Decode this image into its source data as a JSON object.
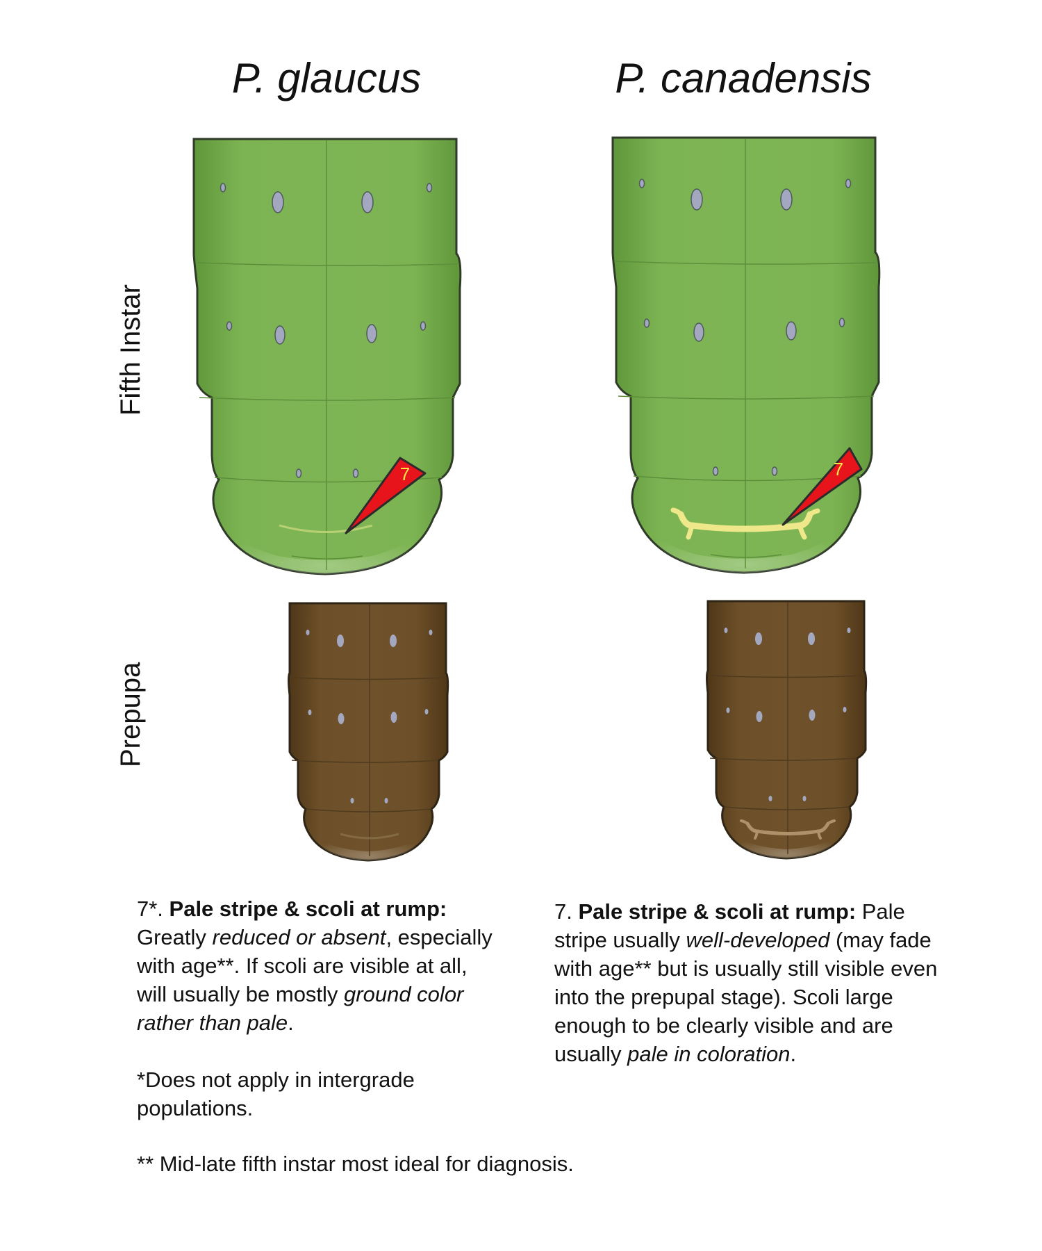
{
  "headers": {
    "left_species": "P. glaucus",
    "right_species": "P. canadensis"
  },
  "row_labels": {
    "fifth_instar": "Fifth Instar",
    "prepupa": "Prepupa"
  },
  "marker_label": "7",
  "colors": {
    "caterpillar_green": "#7ab04f",
    "prepupa_brown": "#6b4e2a",
    "spot_gray": "#a3a8c0",
    "marker_red": "#e8141c",
    "marker_text": "#f7e84a",
    "pale_stripe": "#eee88a"
  },
  "notes": {
    "left": {
      "number": "7*. ",
      "heading": "Pale stripe & scoli at rump:",
      "t1": "Greatly ",
      "t1_italic": "reduced or absent",
      "t2": ", especially with age**. If scoli are visible at all, will usually be mostly ",
      "t2_italic": "ground color rather than pale",
      "t3": ".",
      "footnote": "*Does not apply in intergrade populations."
    },
    "right": {
      "number": "7. ",
      "heading": "Pale stripe & scoli at rump:",
      "t1": " Pale stripe usually ",
      "t1_italic": "well-developed",
      "t2": " (may fade with age** but is usually still visible even into the prepupal stage). Scoli large enough to be clearly visible and are usually ",
      "t2_italic": "pale in coloration",
      "t3": "."
    }
  },
  "bottom_note": "** Mid-late fifth instar most ideal for diagnosis."
}
